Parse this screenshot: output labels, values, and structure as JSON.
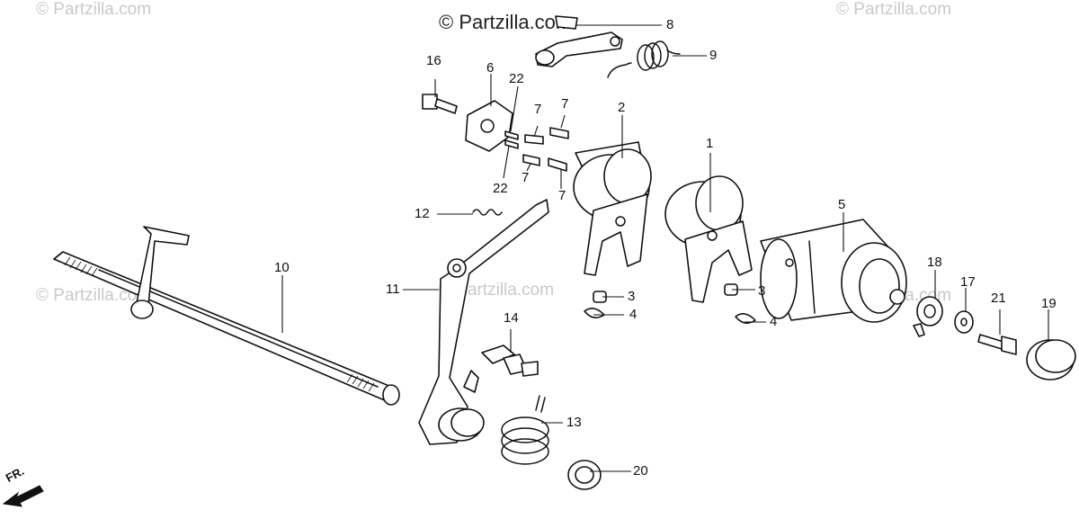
{
  "watermark": {
    "main": "© Partzilla.com",
    "repeat": "© Partzilla.com"
  },
  "direction_label": "FR.",
  "callouts": [
    {
      "id": "c1",
      "text": "1"
    },
    {
      "id": "c2",
      "text": "2"
    },
    {
      "id": "c3a",
      "text": "3"
    },
    {
      "id": "c3b",
      "text": "3"
    },
    {
      "id": "c4a",
      "text": "4"
    },
    {
      "id": "c4b",
      "text": "4"
    },
    {
      "id": "c5",
      "text": "5"
    },
    {
      "id": "c6",
      "text": "6"
    },
    {
      "id": "c7a",
      "text": "7"
    },
    {
      "id": "c7b",
      "text": "7"
    },
    {
      "id": "c7c",
      "text": "7"
    },
    {
      "id": "c7d",
      "text": "7"
    },
    {
      "id": "c8",
      "text": "8"
    },
    {
      "id": "c9",
      "text": "9"
    },
    {
      "id": "c10",
      "text": "10"
    },
    {
      "id": "c11",
      "text": "11"
    },
    {
      "id": "c12",
      "text": "12"
    },
    {
      "id": "c13",
      "text": "13"
    },
    {
      "id": "c14",
      "text": "14"
    },
    {
      "id": "c16",
      "text": "16"
    },
    {
      "id": "c17",
      "text": "17"
    },
    {
      "id": "c18",
      "text": "18"
    },
    {
      "id": "c19",
      "text": "19"
    },
    {
      "id": "c20",
      "text": "20"
    },
    {
      "id": "c21",
      "text": "21"
    },
    {
      "id": "c22a",
      "text": "22"
    },
    {
      "id": "c22b",
      "text": "22"
    }
  ]
}
